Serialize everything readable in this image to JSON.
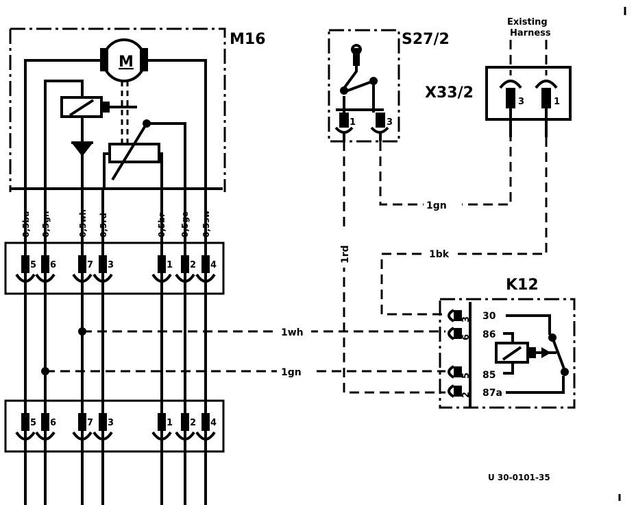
{
  "components": {
    "m16": {
      "label": "M16",
      "motor_symbol": "M"
    },
    "s27_2": {
      "label": "S27/2",
      "pins": [
        "1",
        "3"
      ]
    },
    "x33_2": {
      "label": "X33/2",
      "pins": [
        "3",
        "1"
      ]
    },
    "k12": {
      "label": "K12",
      "terminals": [
        "30",
        "86",
        "85",
        "87a"
      ],
      "pins": [
        "3",
        "6",
        "5",
        "2"
      ]
    }
  },
  "header_note": [
    "Existing",
    "Harness"
  ],
  "m16_wires": [
    "0.5bu",
    "0.5gn",
    "0.5wh",
    "0.5rd",
    "0.5br",
    "0.5ge",
    "0.5sw"
  ],
  "m16_wire_labels_display": [
    "0,5bu",
    "0,5gn",
    "0,5wh",
    "0,5rd",
    "0,5br",
    "0,5ge",
    "0,5sw"
  ],
  "connector_pins": [
    "5",
    "6",
    "7",
    "3",
    "1",
    "2",
    "4"
  ],
  "wires": {
    "gn_top": "1gn",
    "bk": "1bk",
    "rd": "1rd",
    "wh": "1wh",
    "gn_bottom": "1gn"
  },
  "doc_number": "U 30-0101-35",
  "colors": {
    "ink": "#000000",
    "background": "#ffffff"
  }
}
